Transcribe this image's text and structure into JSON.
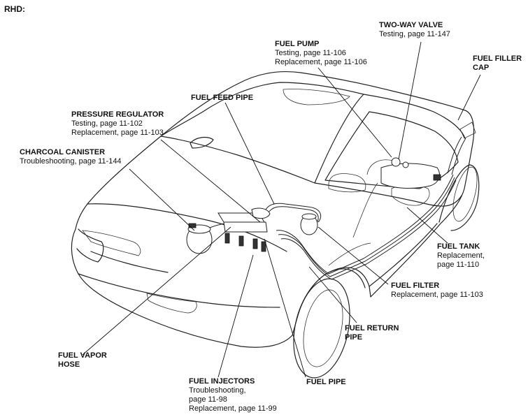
{
  "corner_label": "RHD:",
  "labels": {
    "two_way_valve": {
      "title": "TWO-WAY VALVE",
      "lines": [
        "Testing, page 11-147"
      ]
    },
    "fuel_pump": {
      "title": "FUEL PUMP",
      "lines": [
        "Testing, page 11-106",
        "Replacement, page 11-106"
      ]
    },
    "fuel_filler_cap": {
      "title": "FUEL FILLER",
      "lines": [
        "CAP"
      ]
    },
    "fuel_feed_pipe": {
      "title": "FUEL FEED PIPE",
      "lines": []
    },
    "pressure_regulator": {
      "title": "PRESSURE REGULATOR",
      "lines": [
        "Testing, page 11-102",
        "Replacement, page 11-103"
      ]
    },
    "charcoal_canister": {
      "title": "CHARCOAL CANISTER",
      "lines": [
        "Troubleshooting, page 11-144"
      ]
    },
    "fuel_tank": {
      "title": "FUEL TANK",
      "lines": [
        "Replacement,",
        "page 11-110"
      ]
    },
    "fuel_filter": {
      "title": "FUEL FILTER",
      "lines": [
        "Replacement, page 11-103"
      ]
    },
    "fuel_return_pipe": {
      "title": "FUEL RETURN",
      "lines": [
        "PIPE"
      ]
    },
    "fuel_vapor_hose": {
      "title": "FUEL VAPOR",
      "lines": [
        "HOSE"
      ]
    },
    "fuel_injectors": {
      "title": "FUEL INJECTORS",
      "lines": [
        "Troubleshooting,",
        "page 11-98",
        "Replacement, page 11-99"
      ]
    },
    "fuel_pipe": {
      "title": "FUEL PIPE",
      "lines": []
    }
  }
}
